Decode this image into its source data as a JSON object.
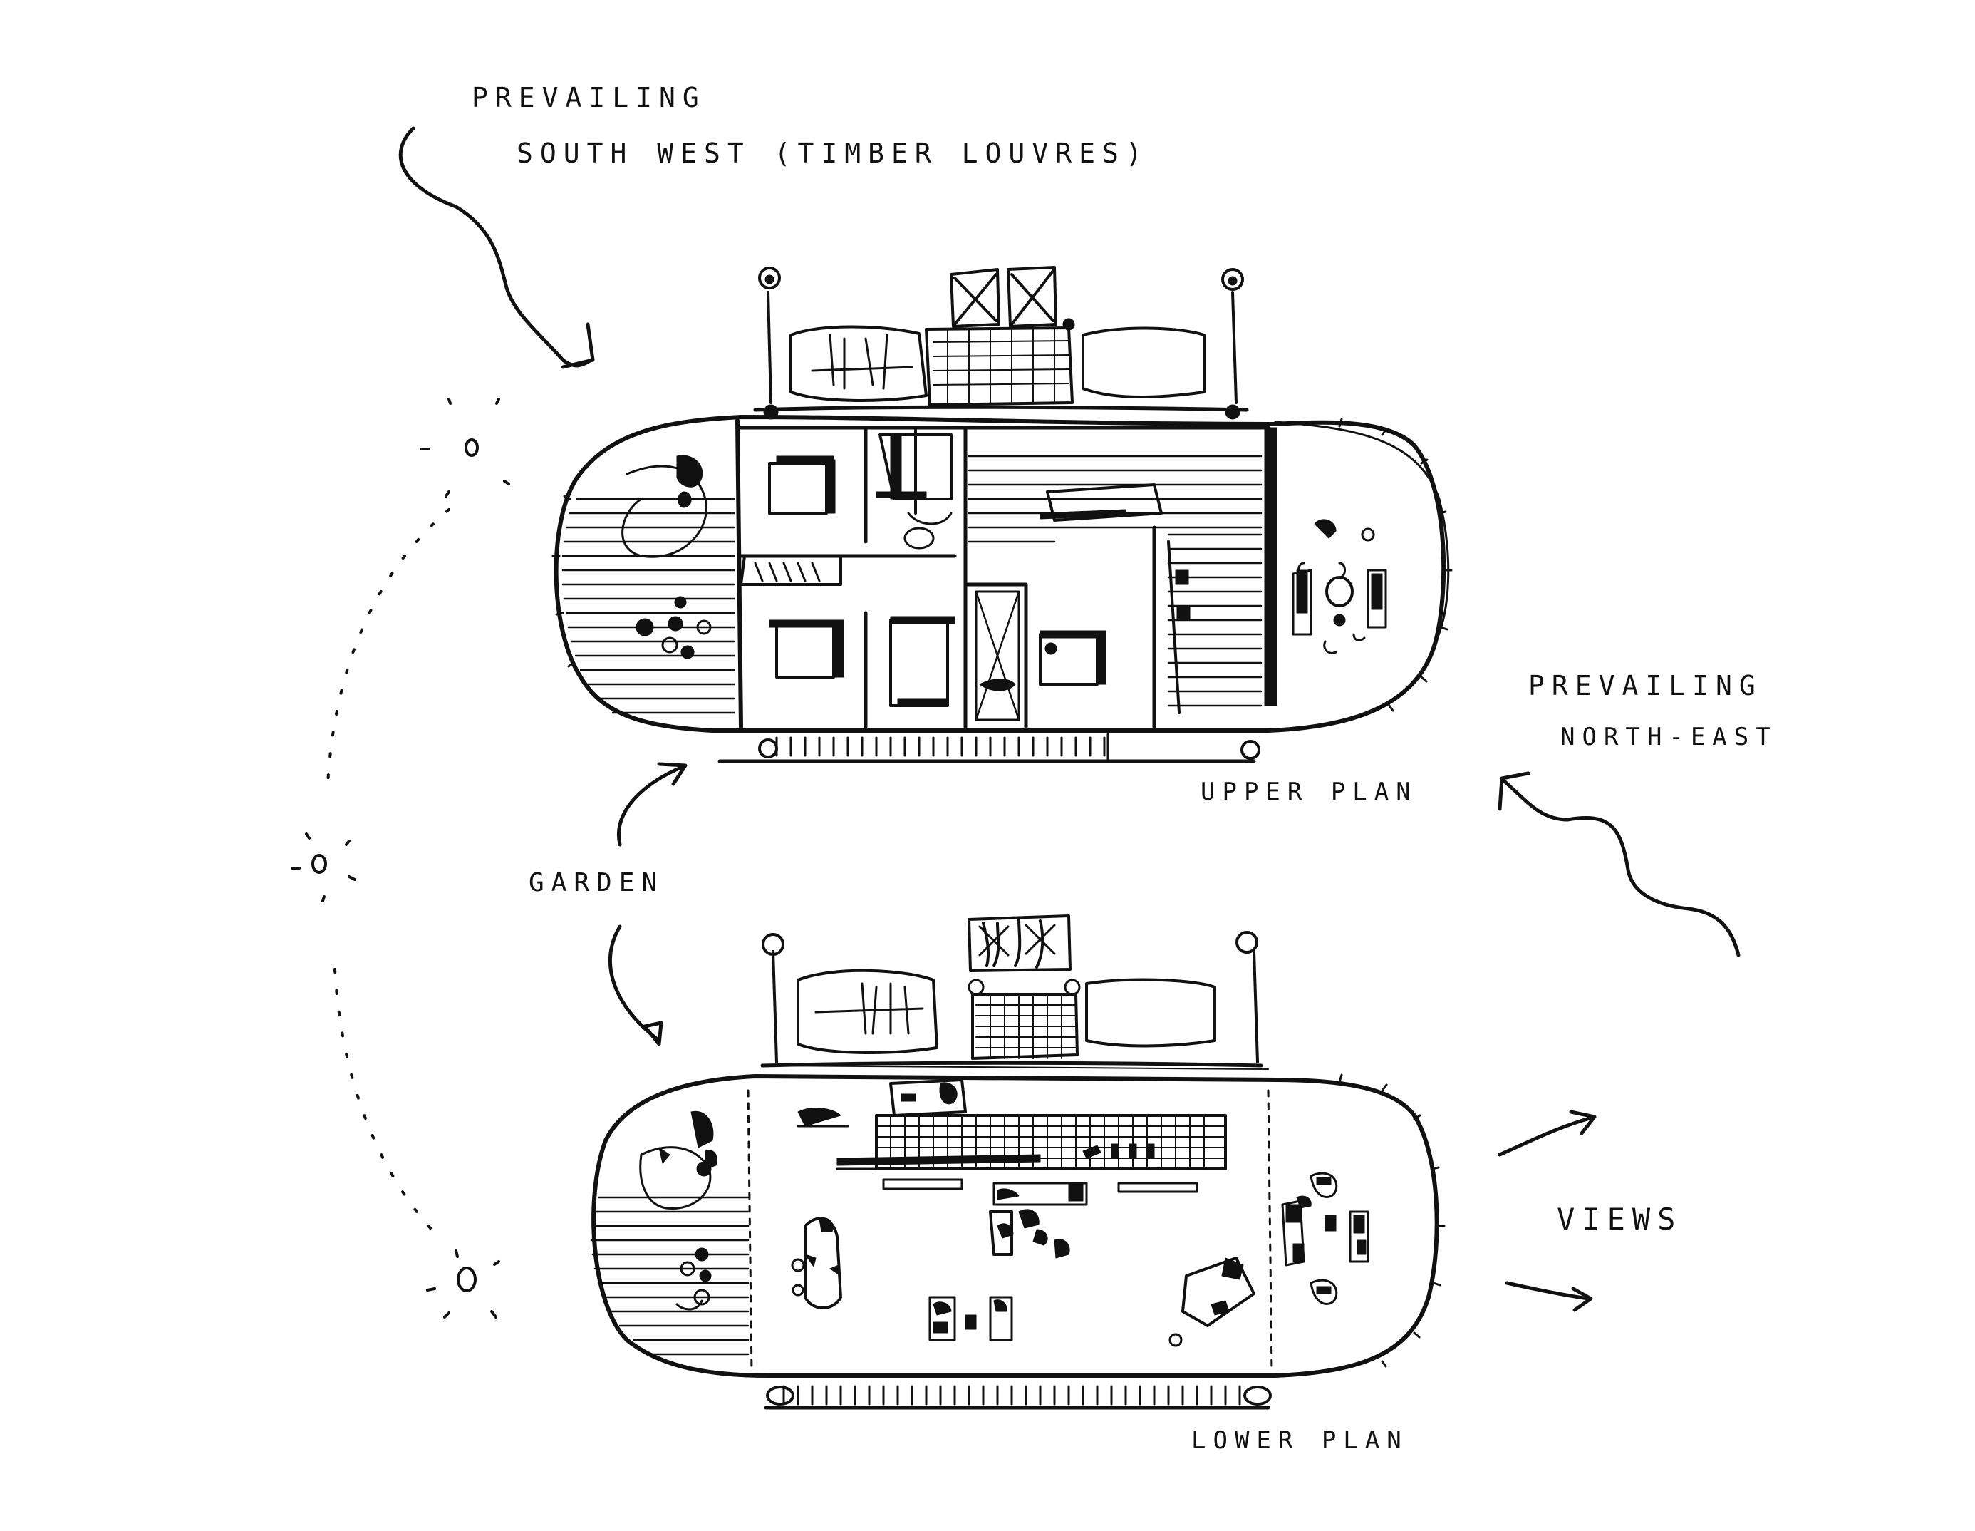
{
  "annotations": {
    "prevailing_sw_line1": "PREVAILING",
    "prevailing_sw_line2": "SOUTH WEST (TIMBER LOUVRES)",
    "prevailing_ne_line1": "PREVAILING",
    "prevailing_ne_line2": "NORTH-EAST",
    "garden": "GARDEN",
    "views": "VIEWS"
  },
  "plans": {
    "upper": {
      "label": "UPPER PLAN"
    },
    "lower": {
      "label": "LOWER PLAN"
    }
  },
  "colors": {
    "ink": "#111111",
    "paper": "#ffffff"
  }
}
